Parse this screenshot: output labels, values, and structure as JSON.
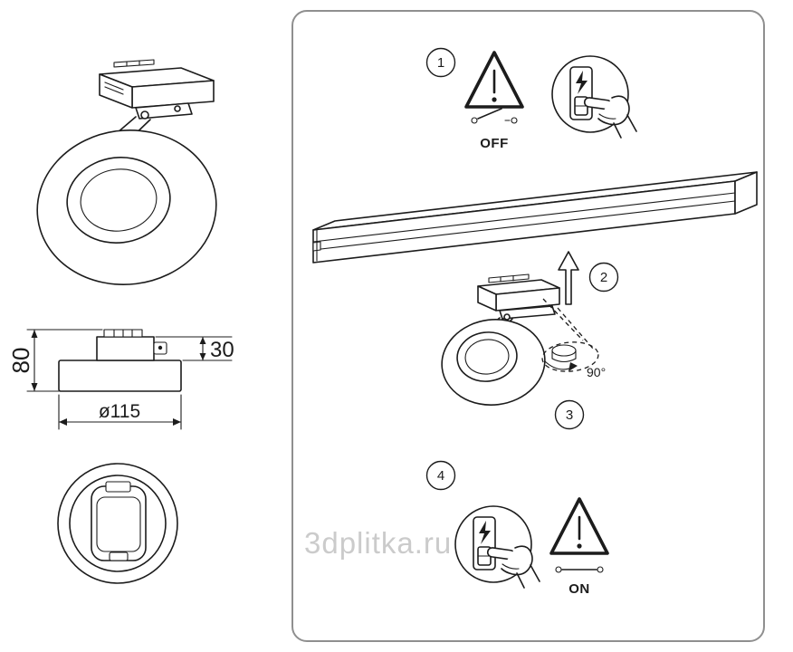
{
  "watermark": "3dplitka.ru",
  "left_views": {
    "dimensions": {
      "total_height": "80",
      "adapter_height": "30",
      "diameter": "ø115"
    }
  },
  "panel": {
    "steps": [
      {
        "number": "1",
        "label": "OFF"
      },
      {
        "number": "2"
      },
      {
        "number": "3",
        "rotation": "90°"
      },
      {
        "number": "4",
        "label": "ON"
      }
    ]
  },
  "icons": {
    "warning": "warning-triangle-exclamation",
    "power_hand": "hand-pressing-light-switch",
    "bolt": "lightning-bolt",
    "arrow": "up-arrow",
    "switch_off": "open-switch-contact",
    "switch_on": "closed-switch-contact"
  },
  "colors": {
    "line": "#1c1c1c",
    "panel_border": "#8f8f8f",
    "watermark": "#b0b0b0"
  }
}
